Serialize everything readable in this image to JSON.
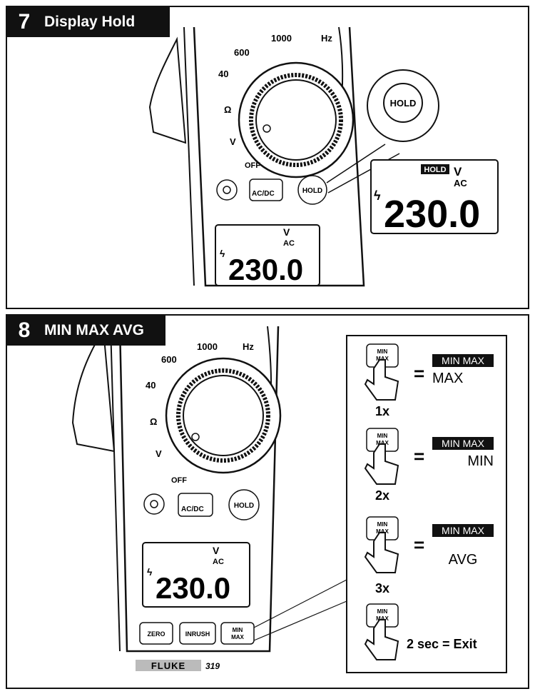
{
  "step7": {
    "number": "7",
    "title": "Display Hold",
    "dial": {
      "labels": [
        "1000",
        "Hz",
        "600",
        "40",
        "Ω",
        "V",
        "OFF"
      ]
    },
    "buttons": {
      "hold": "HOLD",
      "acdc": "AC/DC"
    },
    "display": {
      "unit": "V",
      "sub": "AC",
      "value": "230.0"
    },
    "callout": {
      "button": "HOLD",
      "display_badge": "HOLD",
      "display_unit": "V",
      "display_sub": "AC",
      "display_value": "230.0"
    }
  },
  "step8": {
    "number": "8",
    "title": "MIN MAX AVG",
    "dial": {
      "labels": [
        "1000",
        "Hz",
        "600",
        "40",
        "Ω",
        "V",
        "OFF"
      ]
    },
    "buttons": {
      "hold": "HOLD",
      "acdc": "AC/DC",
      "zero": "ZERO",
      "inrush": "INRUSH",
      "minmax_1": "MIN",
      "minmax_2": "MAX"
    },
    "display": {
      "unit": "V",
      "sub": "AC",
      "value": "230.0"
    },
    "brand": "FLUKE",
    "model": "319",
    "legend": [
      {
        "presses": "1x",
        "badge": "MIN MAX",
        "mode": "MAX"
      },
      {
        "presses": "2x",
        "badge": "MIN MAX",
        "mode": "MIN"
      },
      {
        "presses": "3x",
        "badge": "MIN MAX",
        "mode": "AVG"
      }
    ],
    "exit": "2 sec = Exit",
    "equals": "="
  }
}
